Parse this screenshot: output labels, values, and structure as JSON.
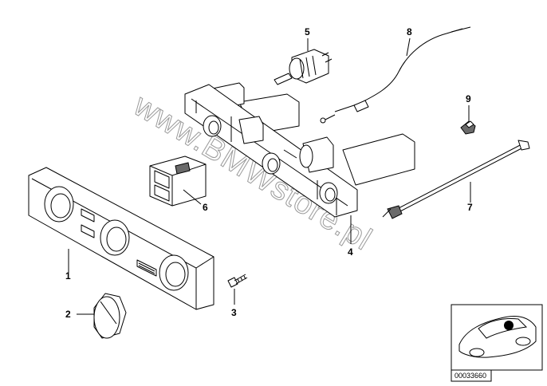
{
  "watermark": "www.BMWstore.pl",
  "diagram_ref": "00033660",
  "parts": [
    {
      "number": "1"
    },
    {
      "number": "2"
    },
    {
      "number": "3"
    },
    {
      "number": "4"
    },
    {
      "number": "5"
    },
    {
      "number": "6"
    },
    {
      "number": "7"
    },
    {
      "number": "8"
    },
    {
      "number": "9"
    }
  ]
}
